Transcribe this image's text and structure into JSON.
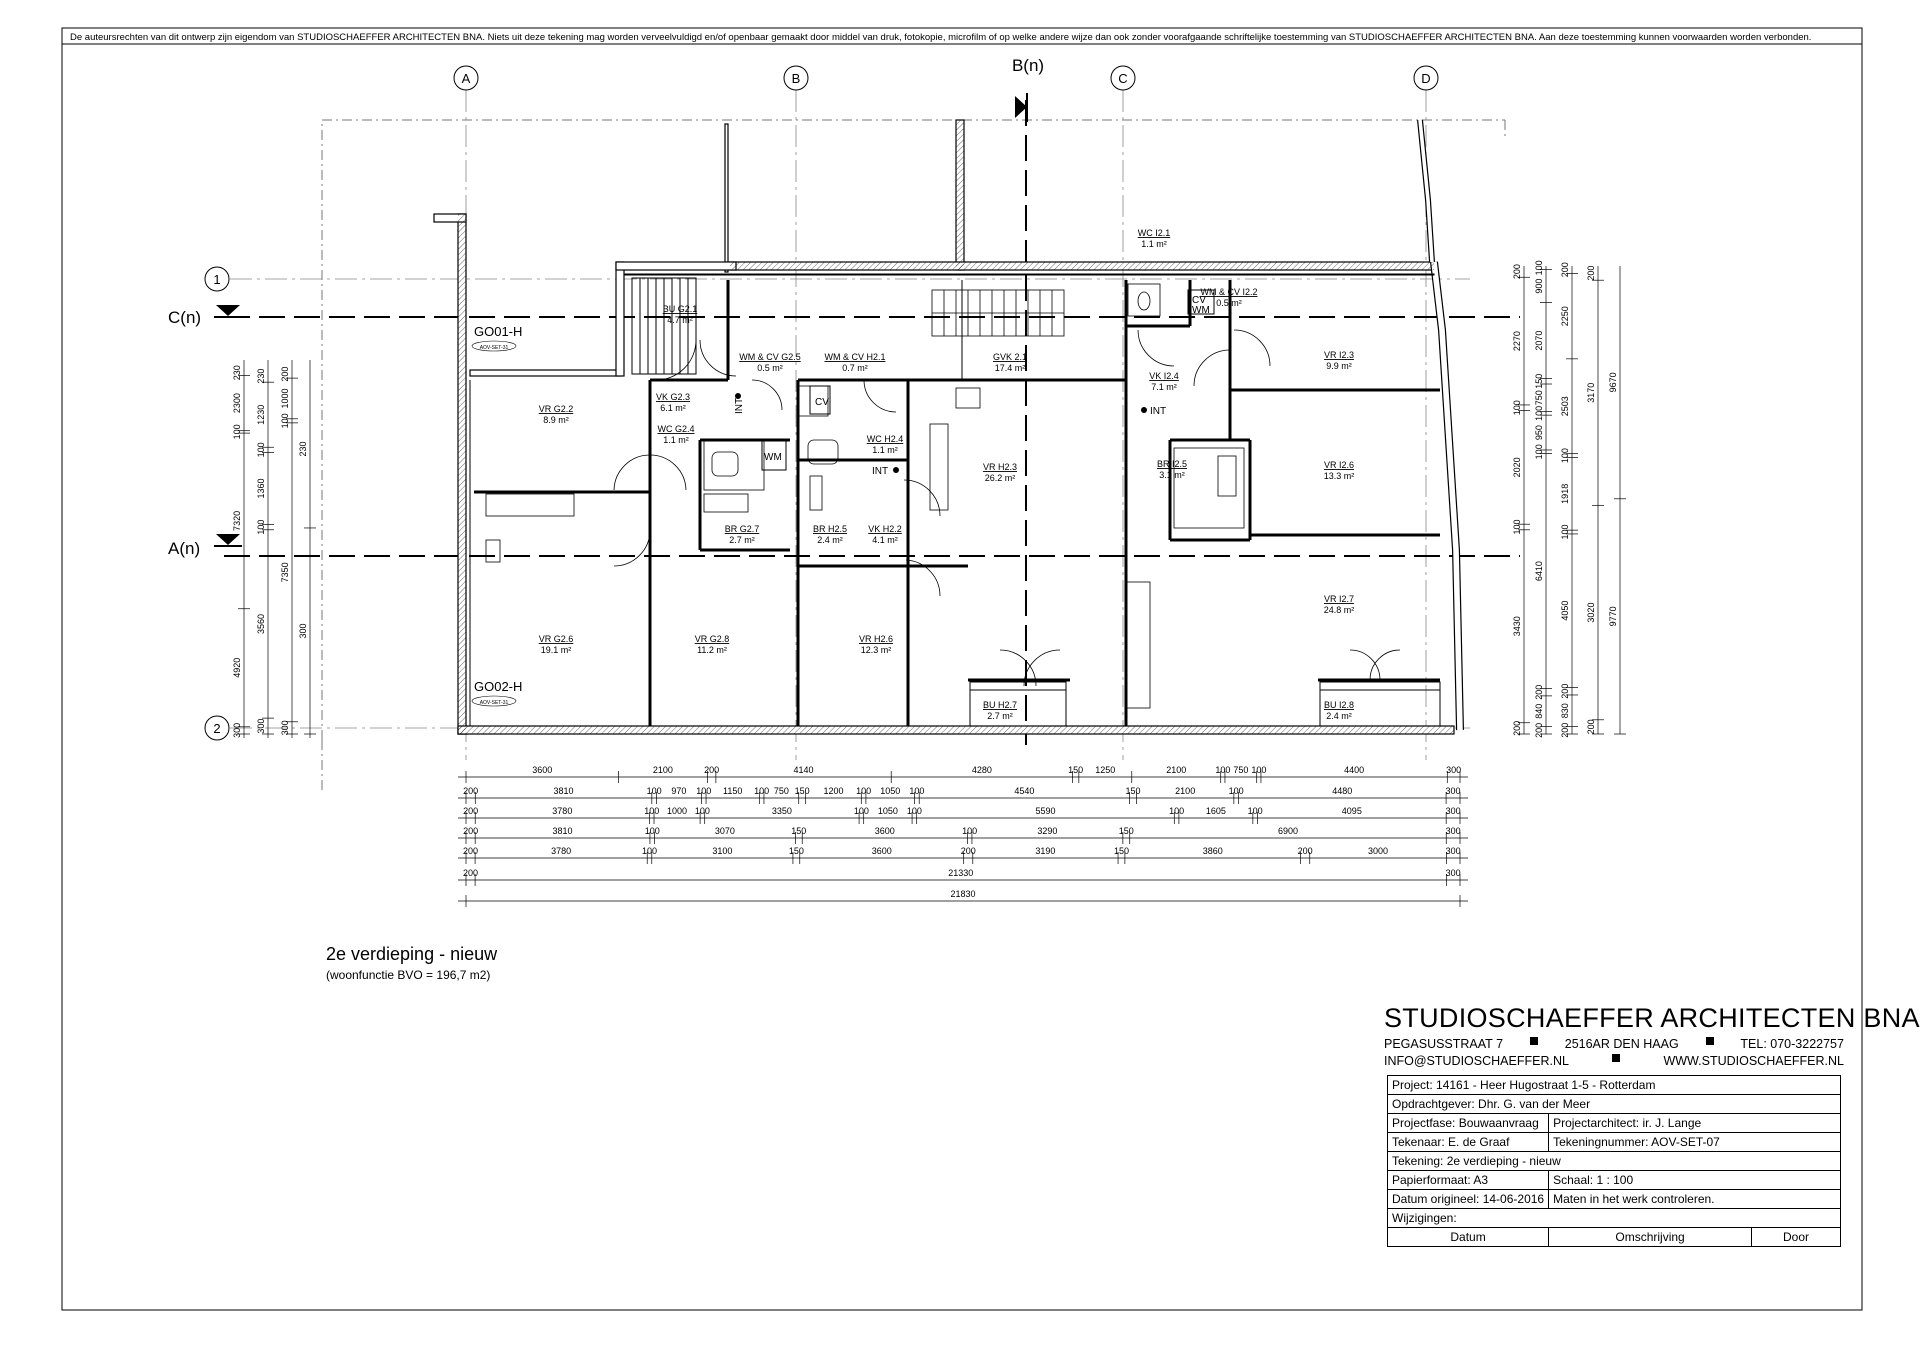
{
  "copyright": "De auteursrechten van dit ontwerp zijn eigendom van STUDIOSCHAEFFER ARCHITECTEN BNA. Niets uit deze tekening mag worden verveelvuldigd en/of openbaar gemaakt door middel van druk, fotokopie, microfilm of op welke andere wijze dan ook zonder voorafgaande schriftelijke toestemming van STUDIOSCHAEFFER ARCHITECTEN BNA. Aan deze toestemming kunnen voorwaarden worden verbonden.",
  "grid_labels": {
    "a": "A",
    "b": "B",
    "bn": "B(n)",
    "c": "C",
    "d": "D",
    "one": "1",
    "two": "2",
    "cn": "C(n)",
    "an": "A(n)"
  },
  "door_tags": {
    "go01": "GO01-H",
    "go01_ref": "AOV-SET-31",
    "go02": "GO02-H",
    "go02_ref": "AOV-SET-31"
  },
  "rooms": [
    {
      "name": "BU G2.1",
      "area": "4.7 m²"
    },
    {
      "name": "WM & CV G2.5",
      "area": "0.5 m²"
    },
    {
      "name": "WM & CV H2.1",
      "area": "0.7 m²"
    },
    {
      "name": "GVK 2.1",
      "area": "17.4 m²"
    },
    {
      "name": "WC I2.1",
      "area": "1.1 m²"
    },
    {
      "name": "WM & CV I2.2",
      "area": "0.5 m²"
    },
    {
      "name": "VR G2.2",
      "area": "8.9 m²"
    },
    {
      "name": "VK G2.3",
      "area": "6.1 m²"
    },
    {
      "name": "WC G2.4",
      "area": "1.1 m²"
    },
    {
      "name": "WC H2.4",
      "area": "1.1 m²"
    },
    {
      "name": "VR H2.3",
      "area": "26.2 m²"
    },
    {
      "name": "VK I2.4",
      "area": "7.1 m²"
    },
    {
      "name": "VR I2.3",
      "area": "9.9 m²"
    },
    {
      "name": "BR I2.5",
      "area": "3.1 m²"
    },
    {
      "name": "VR I2.6",
      "area": "13.3 m²"
    },
    {
      "name": "BR G2.7",
      "area": "2.7 m²"
    },
    {
      "name": "BR H2.5",
      "area": "2.4 m²"
    },
    {
      "name": "VK H2.2",
      "area": "4.1 m²"
    },
    {
      "name": "VR G2.6",
      "area": "19.1 m²"
    },
    {
      "name": "VR G2.8",
      "area": "11.2 m²"
    },
    {
      "name": "VR H2.6",
      "area": "12.3 m²"
    },
    {
      "name": "VR I2.7",
      "area": "24.8 m²"
    },
    {
      "name": "BU H2.7",
      "area": "2.7 m²"
    },
    {
      "name": "BU I2.8",
      "area": "2.4 m²"
    }
  ],
  "symbols": {
    "int": "INT",
    "cv": "CV",
    "wm": "WM"
  },
  "dim_rows": [
    [
      "3600",
      "2100",
      "200",
      "4140",
      "4280",
      "150",
      "1250",
      "2100",
      "100",
      "750",
      "100",
      "4400",
      "300"
    ],
    [
      "200",
      "3810",
      "100",
      "970",
      "100",
      "1150",
      "100",
      "750",
      "150",
      "1200",
      "100",
      "1050",
      "100",
      "4540",
      "150",
      "2100",
      "100",
      "4480",
      "300"
    ],
    [
      "200",
      "3780",
      "100",
      "1000",
      "100",
      "3350",
      "100",
      "1050",
      "100",
      "5590",
      "100",
      "1605",
      "100",
      "4095",
      "300"
    ],
    [
      "200",
      "3810",
      "100",
      "3070",
      "150",
      "3600",
      "100",
      "3290",
      "150",
      "6900",
      "300"
    ],
    [
      "200",
      "3780",
      "100",
      "3100",
      "150",
      "3600",
      "200",
      "3190",
      "150",
      "3860",
      "200",
      "3000",
      "300"
    ],
    [
      "200",
      "21330",
      "300"
    ],
    [
      "21830"
    ]
  ],
  "left_dims": {
    "col1": [
      "230",
      "2300",
      "100",
      "7320",
      "4920",
      "300"
    ],
    "col2": [
      "230",
      "1230",
      "100",
      "1360",
      "100",
      "3560",
      "300"
    ],
    "col3": [
      "200",
      "1000",
      "100",
      "7350",
      "300"
    ],
    "col4": [
      "230",
      "300"
    ]
  },
  "right_dims": {
    "col1": [
      "200",
      "2270",
      "100",
      "2020",
      "100",
      "3430",
      "200"
    ],
    "col2": [
      "100",
      "900",
      "2070",
      "150",
      "750",
      "100",
      "950",
      "100",
      "6410",
      "200",
      "840",
      "200"
    ],
    "col3": [
      "200",
      "2250",
      "2503",
      "100",
      "1918",
      "100",
      "4050",
      "200",
      "830",
      "200"
    ],
    "col4": [
      "200",
      "3170",
      "3020",
      "200"
    ],
    "col5": [
      "9670",
      "9770"
    ]
  },
  "floor": {
    "title": "2e verdieping - nieuw",
    "subtitle": "(woonfunctie BVO = 196,7 m2)"
  },
  "office": {
    "name": "STUDIOSCHAEFFER ARCHITECTEN BNA",
    "street": "PEGASUSSTRAAT 7",
    "city": "2516AR DEN HAAG",
    "tel": "TEL: 070-3222757",
    "email": "INFO@STUDIOSCHAEFFER.NL",
    "web": "WWW.STUDIOSCHAEFFER.NL"
  },
  "title_block": {
    "project": "Project: 14161 - Heer Hugostraat 1-5 - Rotterdam",
    "client": "Opdrachtgever: Dhr. G. van der Meer",
    "phase": "Projectfase: Bouwaanvraag",
    "architect": "Projectarchitect: ir. J. Lange",
    "drafter": "Tekenaar: E. de Graaf",
    "drawing_no": "Tekeningnummer: AOV-SET-07",
    "drawing": "Tekening: 2e verdieping - nieuw",
    "paper": "Papierformaat: A3",
    "scale": "Schaal:   1 : 100",
    "date": "Datum origineel: 14-06-2016",
    "check": "Maten in het werk controleren.",
    "changes": "Wijzigingen:",
    "col_date": "Datum",
    "col_desc": "Omschrijving",
    "col_by": "Door"
  }
}
